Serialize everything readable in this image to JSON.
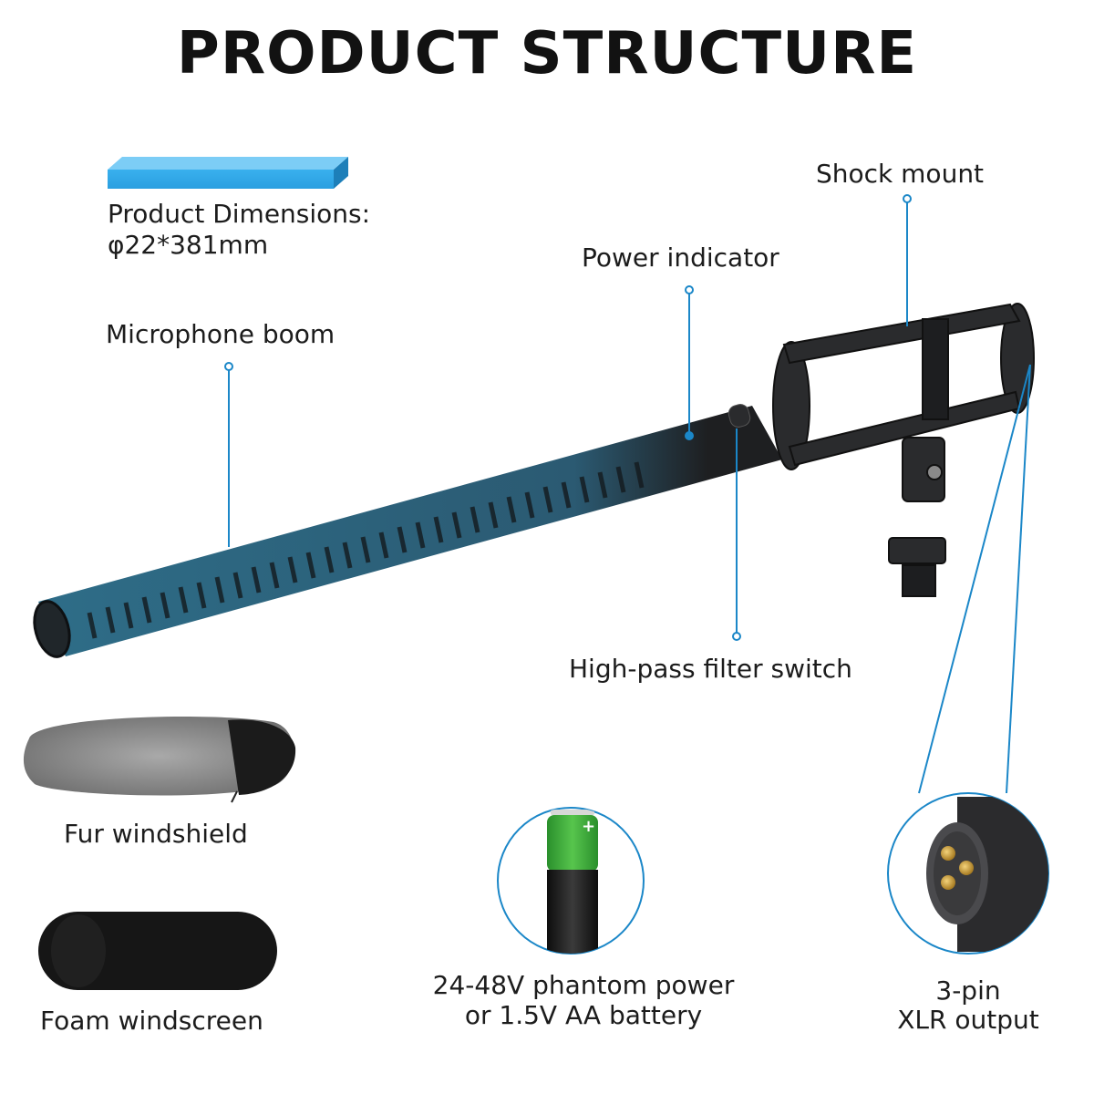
{
  "title": "PRODUCT STRUCTURE",
  "dimensions": {
    "label": "Product Dimensions:",
    "value": "φ22*381mm"
  },
  "callouts": {
    "microphone_boom": "Microphone boom",
    "power_indicator": "Power indicator",
    "shock_mount": "Shock mount",
    "high_pass_switch": "High-pass filter switch"
  },
  "accessories": {
    "fur_windshield": "Fur windshield",
    "foam_windscreen": "Foam windscreen",
    "power_line1": "24-48V phantom power",
    "power_line2": "or 1.5V AA battery",
    "xlr_line1": "3-pin",
    "xlr_line2": "XLR output"
  },
  "colors": {
    "accent": "#1b87c8",
    "swatch": "#2a9fe0",
    "body_dark": "#1e1f21",
    "body_blue": "#2d5f76",
    "battery_green": "#3cae3a"
  }
}
